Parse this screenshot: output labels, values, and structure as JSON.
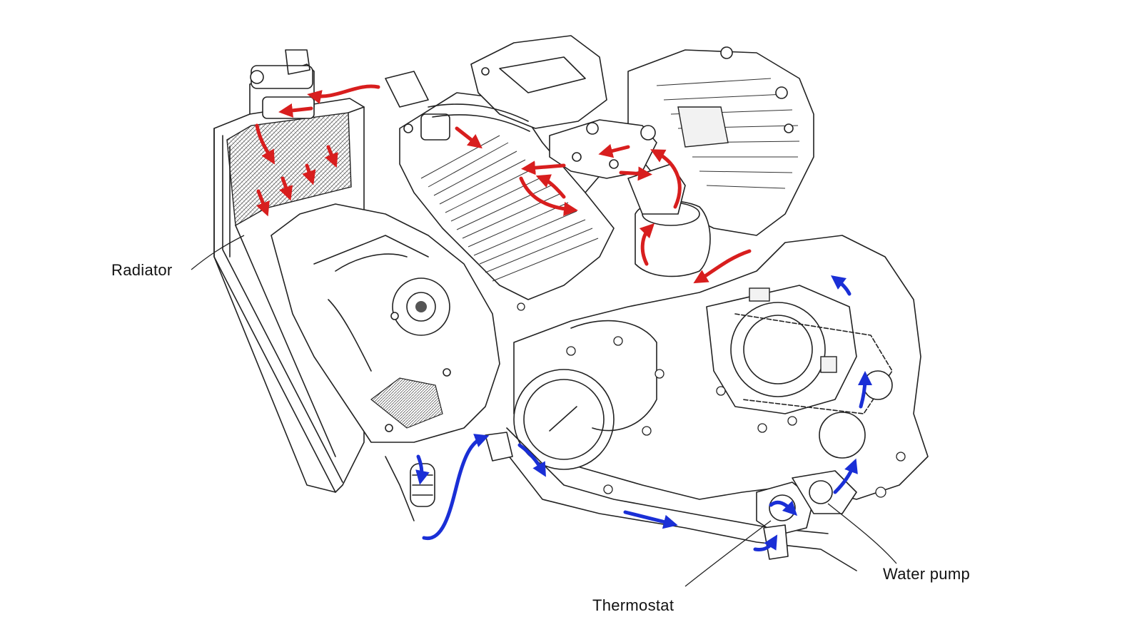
{
  "labels": {
    "radiator": "Radiator",
    "water_pump": "Water pump",
    "thermostat": "Thermostat"
  },
  "colors": {
    "hot_coolant": "#d81e1e",
    "cool_coolant": "#1a2fd6",
    "line_art": "#222222"
  },
  "icons": {
    "hot_flow": "red-flow-arrow",
    "cool_flow": "blue-flow-arrow"
  }
}
